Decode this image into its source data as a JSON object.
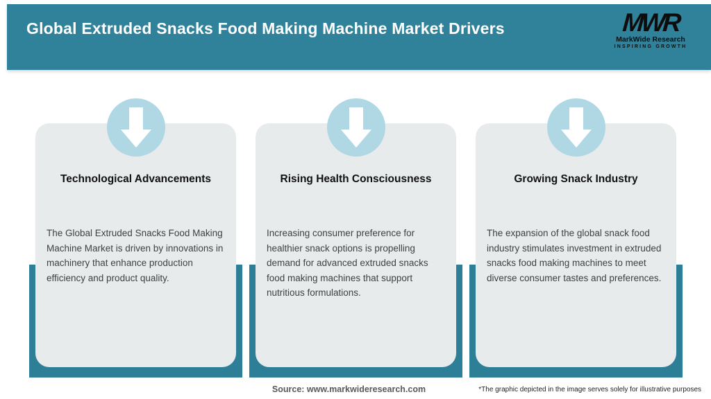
{
  "header": {
    "title": "Global Extruded Snacks Food Making Machine Market Drivers",
    "logo": {
      "acronym": "MWR",
      "name": "MarkWide Research",
      "tagline": "INSPIRING GROWTH"
    }
  },
  "cards": [
    {
      "title": "Technological Advancements",
      "body": "The Global Extruded Snacks Food Making Machine Market is driven by innovations in machinery that enhance production efficiency and product quality."
    },
    {
      "title": "Rising Health Consciousness",
      "body": "Increasing consumer preference for healthier snack options is propelling demand for advanced extruded snacks food making machines that support nutritious formulations."
    },
    {
      "title": "Growing Snack Industry",
      "body": "The expansion of the global snack food industry stimulates investment in extruded snacks food making machines to meet diverse consumer tastes and preferences."
    }
  ],
  "footer": {
    "source": "Source: www.markwideresearch.com",
    "disclaimer": "*The graphic depicted in the image serves solely for illustrative purposes"
  },
  "colors": {
    "header_teal": "#30829B",
    "band_teal": "#2D7E97",
    "card_bg": "#E8EBEB",
    "circle_blue": "#B0D7E4",
    "arrow_white": "#FFFFFF"
  },
  "icons": {
    "arrow": "down-arrow-icon"
  }
}
